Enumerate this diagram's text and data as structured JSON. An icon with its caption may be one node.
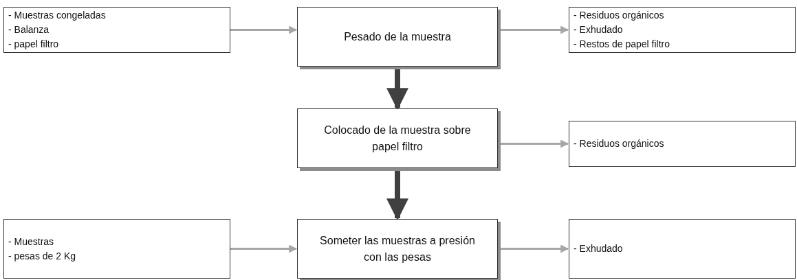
{
  "diagram": {
    "nodes": [
      {
        "text": [
          "- Muestras congeladas",
          "- Balanza",
          "- papel filtro"
        ]
      },
      {
        "text": [
          "Pesado de la muestra"
        ]
      },
      {
        "text": [
          "- Residuos orgánicos",
          "- Exhudado",
          "- Restos de papel filtro"
        ]
      },
      {
        "text": [
          "Colocado de la muestra sobre papel filtro"
        ]
      },
      {
        "text": [
          "- Residuos orgánicos"
        ]
      },
      {
        "text": [
          "- Muestras",
          "- pesas de 2 Kg"
        ]
      },
      {
        "text": [
          "Someter las muestras a presión con las pesas"
        ]
      },
      {
        "text": [
          "- Exhudado"
        ]
      }
    ],
    "edges": [
      {
        "from": 0,
        "to": 1,
        "arrow": "to"
      },
      {
        "from": 1,
        "to": 2,
        "arrow": "to"
      },
      {
        "from": 1,
        "to": 3,
        "arrow": "to",
        "style": "thick",
        "color": "#404040"
      },
      {
        "from": 3,
        "to": 4,
        "arrow": "to"
      },
      {
        "from": 3,
        "to": 6,
        "arrow": "to",
        "style": "thick",
        "color": "#404040"
      },
      {
        "from": 5,
        "to": 6,
        "arrow": "to"
      },
      {
        "from": 6,
        "to": 7,
        "arrow": "to"
      }
    ]
  }
}
